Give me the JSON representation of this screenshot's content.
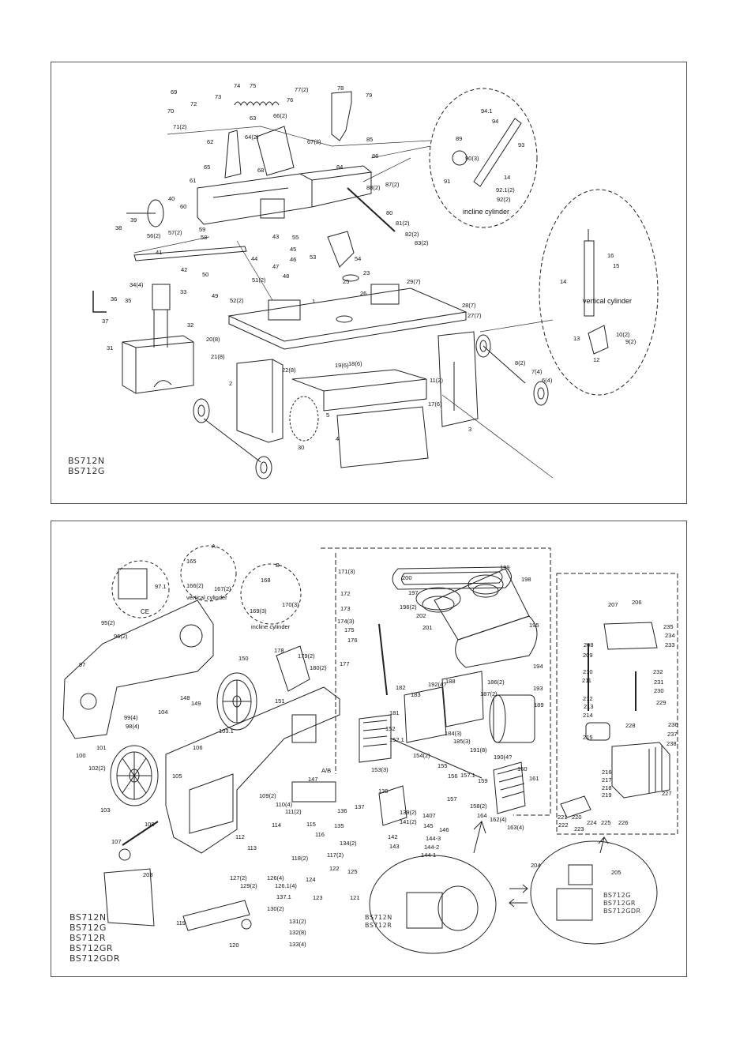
{
  "top": {
    "labels": [
      [
        "69",
        216,
        113
      ],
      [
        "70",
        212,
        137
      ],
      [
        "72",
        241,
        128
      ],
      [
        "71(2)",
        219,
        157
      ],
      [
        "73",
        272,
        119
      ],
      [
        "74",
        296,
        105
      ],
      [
        "75",
        316,
        105
      ],
      [
        "76",
        363,
        123
      ],
      [
        "77(2)",
        373,
        110
      ],
      [
        "78",
        427,
        108
      ],
      [
        "79",
        463,
        117
      ],
      [
        "66(2)",
        346,
        143
      ],
      [
        "63",
        316,
        146
      ],
      [
        "62",
        262,
        176
      ],
      [
        "64(2)",
        310,
        170
      ],
      [
        "67(2)",
        389,
        176
      ],
      [
        "65",
        258,
        208
      ],
      [
        "68",
        326,
        212
      ],
      [
        "61",
        240,
        225
      ],
      [
        "85",
        464,
        173
      ],
      [
        "86",
        471,
        194
      ],
      [
        "84",
        426,
        208
      ],
      [
        "88(2)",
        464,
        234
      ],
      [
        "87(2)",
        488,
        230
      ],
      [
        "80",
        489,
        266
      ],
      [
        "81(2)",
        501,
        279
      ],
      [
        "82(2)",
        513,
        293
      ],
      [
        "83(2)",
        525,
        304
      ],
      [
        "40",
        213,
        248
      ],
      [
        "39",
        165,
        275
      ],
      [
        "38",
        146,
        285
      ],
      [
        "60",
        228,
        258
      ],
      [
        "59",
        252,
        287
      ],
      [
        "56(2)",
        186,
        295
      ],
      [
        "57(2)",
        213,
        291
      ],
      [
        "58",
        254,
        297
      ],
      [
        "43",
        345,
        296
      ],
      [
        "55",
        370,
        297
      ],
      [
        "45",
        367,
        312
      ],
      [
        "46",
        367,
        325
      ],
      [
        "44",
        318,
        324
      ],
      [
        "47",
        345,
        334
      ],
      [
        "48",
        358,
        346
      ],
      [
        "53",
        392,
        322
      ],
      [
        "54",
        449,
        324
      ],
      [
        "41",
        197,
        316
      ],
      [
        "42",
        229,
        338
      ],
      [
        "50",
        256,
        344
      ],
      [
        "51(2)",
        319,
        351
      ],
      [
        "49",
        268,
        371
      ],
      [
        "52(2)",
        291,
        377
      ],
      [
        "25",
        434,
        353
      ],
      [
        "23",
        460,
        342
      ],
      [
        "26",
        456,
        368
      ],
      [
        "1",
        395,
        378
      ],
      [
        "29(7)",
        515,
        353
      ],
      [
        "34(4)",
        164,
        357
      ],
      [
        "33",
        228,
        366
      ],
      [
        "36",
        140,
        375
      ],
      [
        "35",
        158,
        377
      ],
      [
        "37",
        129,
        403
      ],
      [
        "32",
        237,
        408
      ],
      [
        "28(7)",
        585,
        383
      ],
      [
        "27(7)",
        592,
        396
      ],
      [
        "20(8)",
        261,
        426
      ],
      [
        "21(8)",
        267,
        448
      ],
      [
        "31",
        135,
        437
      ],
      [
        "22(8)",
        357,
        465
      ],
      [
        "19(6)",
        424,
        459
      ],
      [
        "18(6)",
        441,
        457
      ],
      [
        "2",
        290,
        482
      ],
      [
        "11(2)",
        544,
        478
      ],
      [
        "17(6)",
        542,
        508
      ],
      [
        "8(2)",
        652,
        456
      ],
      [
        "7(4)",
        673,
        467
      ],
      [
        "6(4)",
        686,
        478
      ],
      [
        "5",
        413,
        522
      ],
      [
        "30",
        377,
        563
      ],
      [
        "3",
        593,
        540
      ],
      [
        "4",
        425,
        552
      ],
      [
        "94.1",
        609,
        137
      ],
      [
        "94",
        623,
        150
      ],
      [
        "93",
        656,
        180
      ],
      [
        "89",
        577,
        172
      ],
      [
        "90(3)",
        589,
        197
      ],
      [
        "91",
        562,
        226
      ],
      [
        "14",
        638,
        221
      ],
      [
        "92.1(2)",
        628,
        237
      ],
      [
        "92(2)",
        629,
        249
      ],
      [
        "16",
        769,
        320
      ],
      [
        "15",
        776,
        333
      ],
      [
        "14",
        709,
        353
      ],
      [
        "13",
        726,
        425
      ],
      [
        "12",
        751,
        452
      ],
      [
        "10(2)",
        780,
        420
      ],
      [
        "9(2)",
        792,
        429
      ]
    ],
    "captions": {
      "incline": "incline cylinder",
      "vertical": "vertical cylinder"
    },
    "models": [
      "BS712N",
      "BS712G"
    ]
  },
  "bottom": {
    "labels": [
      [
        "165",
        236,
        707
      ],
      [
        "A",
        268,
        688
      ],
      [
        "166(2)",
        236,
        738
      ],
      [
        "167(2)",
        271,
        742
      ],
      [
        "B",
        349,
        712
      ],
      [
        "168",
        330,
        731
      ],
      [
        "169(3)",
        316,
        770
      ],
      [
        "170(3)",
        357,
        762
      ],
      [
        "97.1",
        196,
        739
      ],
      [
        "95(2)",
        128,
        785
      ],
      [
        "96(2)",
        144,
        802
      ],
      [
        "97",
        100,
        838
      ],
      [
        "150",
        302,
        830
      ],
      [
        "178",
        347,
        820
      ],
      [
        "179(2)",
        377,
        827
      ],
      [
        "180(2)",
        392,
        842
      ],
      [
        "148",
        228,
        880
      ],
      [
        "149",
        242,
        887
      ],
      [
        "151",
        348,
        884
      ],
      [
        "103.1",
        277,
        922
      ],
      [
        "104",
        200,
        898
      ],
      [
        "99(4)",
        157,
        905
      ],
      [
        "98(4)",
        159,
        916
      ],
      [
        "101",
        122,
        943
      ],
      [
        "100",
        96,
        953
      ],
      [
        "102(2)",
        112,
        969
      ],
      [
        "106",
        244,
        943
      ],
      [
        "105",
        218,
        979
      ],
      [
        "103",
        127,
        1022
      ],
      [
        "147",
        390,
        983
      ],
      [
        "109(2)",
        328,
        1004
      ],
      [
        "110(4)",
        349,
        1015
      ],
      [
        "111(2)",
        361,
        1024
      ],
      [
        "108",
        183,
        1040
      ],
      [
        "112",
        298,
        1056
      ],
      [
        "113",
        313,
        1070
      ],
      [
        "114",
        344,
        1041
      ],
      [
        "115",
        388,
        1040
      ],
      [
        "116",
        399,
        1053
      ],
      [
        "118(2)",
        369,
        1083
      ],
      [
        "117(2)",
        414,
        1079
      ],
      [
        "107",
        141,
        1062
      ],
      [
        "139",
        479,
        998
      ],
      [
        "136",
        427,
        1023
      ],
      [
        "137",
        449,
        1018
      ],
      [
        "135",
        423,
        1042
      ],
      [
        "134(2)",
        430,
        1064
      ],
      [
        "139(2)",
        506,
        1025
      ],
      [
        "1407",
        535,
        1029
      ],
      [
        "141(2)",
        506,
        1037
      ],
      [
        "145",
        536,
        1042
      ],
      [
        "146",
        556,
        1047
      ],
      [
        "142",
        491,
        1056
      ],
      [
        "144-3",
        539,
        1058
      ],
      [
        "143",
        493,
        1068
      ],
      [
        "144-2",
        537,
        1069
      ],
      [
        "144-1",
        533,
        1079
      ],
      [
        "203",
        181,
        1104
      ],
      [
        "127(2)",
        291,
        1108
      ],
      [
        "129(2)",
        304,
        1118
      ],
      [
        "126(4)",
        338,
        1108
      ],
      [
        "126.1(4)",
        348,
        1118
      ],
      [
        "137.1",
        350,
        1132
      ],
      [
        "130(2)",
        338,
        1147
      ],
      [
        "122",
        417,
        1096
      ],
      [
        "125",
        440,
        1100
      ],
      [
        "124",
        387,
        1110
      ],
      [
        "123",
        396,
        1133
      ],
      [
        "121",
        443,
        1133
      ],
      [
        "131(2)",
        366,
        1163
      ],
      [
        "132(8)",
        366,
        1177
      ],
      [
        "133(4)",
        366,
        1192
      ],
      [
        "119",
        223,
        1165
      ],
      [
        "120",
        290,
        1193
      ],
      [
        "171(3)",
        428,
        720
      ],
      [
        "172",
        431,
        748
      ],
      [
        "173",
        431,
        767
      ],
      [
        "174(3)",
        427,
        783
      ],
      [
        "175",
        436,
        794
      ],
      [
        "176",
        440,
        807
      ],
      [
        "177",
        430,
        837
      ],
      [
        "200",
        509,
        728
      ],
      [
        "199",
        633,
        715
      ],
      [
        "198",
        660,
        730
      ],
      [
        "197",
        517,
        747
      ],
      [
        "196(2)",
        506,
        765
      ],
      [
        "202",
        527,
        776
      ],
      [
        "201",
        535,
        791
      ],
      [
        "195",
        670,
        788
      ],
      [
        "194",
        675,
        840
      ],
      [
        "183",
        520,
        876
      ],
      [
        "182",
        501,
        867
      ],
      [
        "181",
        493,
        899
      ],
      [
        "188",
        564,
        859
      ],
      [
        "192(4?",
        542,
        863
      ],
      [
        "186(2)",
        617,
        860
      ],
      [
        "193",
        675,
        868
      ],
      [
        "187(2)",
        608,
        875
      ],
      [
        "189",
        676,
        889
      ],
      [
        "184(3)",
        563,
        925
      ],
      [
        "185(3)",
        574,
        935
      ],
      [
        "191(8)",
        595,
        946
      ],
      [
        "190(4?",
        625,
        955
      ],
      [
        "152",
        488,
        919
      ],
      [
        "152.1",
        493,
        933
      ],
      [
        "153(3)",
        470,
        971
      ],
      [
        "154(2)",
        523,
        953
      ],
      [
        "155",
        554,
        966
      ],
      [
        "156",
        567,
        979
      ],
      [
        "157.1",
        583,
        978
      ],
      [
        "157",
        566,
        1008
      ],
      [
        "158(2)",
        595,
        1017
      ],
      [
        "159",
        605,
        985
      ],
      [
        "160",
        655,
        970
      ],
      [
        "161",
        670,
        982
      ],
      [
        "164",
        604,
        1029
      ],
      [
        "162(4)",
        620,
        1034
      ],
      [
        "163(4)",
        642,
        1044
      ],
      [
        "A/B",
        407,
        972
      ],
      [
        "207",
        770,
        762
      ],
      [
        "206",
        800,
        759
      ],
      [
        "235",
        840,
        790
      ],
      [
        "234",
        842,
        801
      ],
      [
        "233",
        842,
        813
      ],
      [
        "208",
        739,
        813
      ],
      [
        "209",
        738,
        826
      ],
      [
        "210",
        738,
        847
      ],
      [
        "211",
        737,
        858
      ],
      [
        "232",
        827,
        847
      ],
      [
        "231",
        828,
        860
      ],
      [
        "230",
        828,
        871
      ],
      [
        "229",
        831,
        886
      ],
      [
        "212",
        738,
        881
      ],
      [
        "213",
        739,
        891
      ],
      [
        "214",
        738,
        902
      ],
      [
        "228",
        792,
        915
      ],
      [
        "236",
        846,
        914
      ],
      [
        "237",
        845,
        926
      ],
      [
        "238",
        844,
        938
      ],
      [
        "215",
        738,
        930
      ],
      [
        "216",
        762,
        974
      ],
      [
        "217",
        762,
        984
      ],
      [
        "218",
        762,
        994
      ],
      [
        "219",
        762,
        1003
      ],
      [
        "227",
        838,
        1001
      ],
      [
        "221",
        706,
        1031
      ],
      [
        "220",
        724,
        1031
      ],
      [
        "222",
        707,
        1041
      ],
      [
        "223",
        727,
        1046
      ],
      [
        "224",
        743,
        1038
      ],
      [
        "225",
        761,
        1038
      ],
      [
        "226",
        783,
        1038
      ],
      [
        "204",
        672,
        1092
      ],
      [
        "205",
        774,
        1101
      ]
    ],
    "captions": {
      "vertical": "vertical cylinder",
      "incline": "incline cylinder",
      "ce": "CE"
    },
    "inset_left_models": [
      "BS712N",
      "BS712R"
    ],
    "inset_right_models": [
      "BS712G",
      "BS712GR",
      "BS712GDR"
    ],
    "models": [
      "BS712N",
      "BS712G",
      "BS712R",
      "BS712GR",
      "BS712GDR"
    ]
  }
}
